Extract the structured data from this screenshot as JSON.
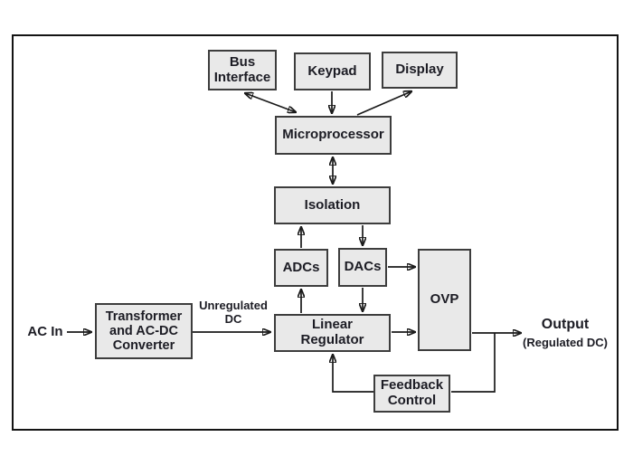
{
  "figure": {
    "type": "block-diagram",
    "subject": "Regulated DC power supply block diagram",
    "nodes": {
      "bus_interface": "Bus\nInterface",
      "keypad": "Keypad",
      "display": "Display",
      "microprocessor": "Microprocessor",
      "isolation": "Isolation",
      "adcs": "ADCs",
      "dacs": "DACs",
      "ovp": "OVP",
      "linear_regulator": "Linear\nRegulator",
      "transformer": "Transformer\nand AC-DC\nConverter",
      "feedback_control": "Feedback\nControl"
    },
    "labels": {
      "ac_in": "AC In",
      "unregulated": "Unregulated\nDC",
      "output": "Output",
      "output_sub": "(Regulated DC)"
    },
    "connections": [
      {
        "from": "bus_interface",
        "to": "microprocessor",
        "style": "bidirectional"
      },
      {
        "from": "keypad",
        "to": "microprocessor",
        "style": "one-way"
      },
      {
        "from": "microprocessor",
        "to": "display",
        "style": "one-way"
      },
      {
        "from": "microprocessor",
        "to": "isolation",
        "style": "bidirectional"
      },
      {
        "from": "adcs",
        "to": "isolation",
        "style": "one-way"
      },
      {
        "from": "isolation",
        "to": "dacs",
        "style": "one-way"
      },
      {
        "from": "linear_regulator",
        "to": "adcs",
        "style": "one-way"
      },
      {
        "from": "dacs",
        "to": "linear_regulator",
        "style": "one-way"
      },
      {
        "from": "dacs",
        "to": "ovp",
        "style": "one-way"
      },
      {
        "from": "ac_in",
        "to": "transformer",
        "style": "one-way"
      },
      {
        "from": "transformer",
        "to": "linear_regulator",
        "style": "one-way",
        "label": "Unregulated DC"
      },
      {
        "from": "linear_regulator",
        "to": "ovp",
        "style": "one-way"
      },
      {
        "from": "ovp",
        "to": "output",
        "style": "one-way"
      },
      {
        "from": "output_line",
        "to": "feedback_control",
        "style": "plain"
      },
      {
        "from": "feedback_control",
        "to": "linear_regulator",
        "style": "one-way"
      }
    ],
    "colors": {
      "node_fill": "#e9e9e9",
      "node_border": "#3d3d3d",
      "wire": "#1a1a1a",
      "frame_border": "#141414",
      "background": "#ffffff",
      "text": "#1c1c24"
    }
  }
}
